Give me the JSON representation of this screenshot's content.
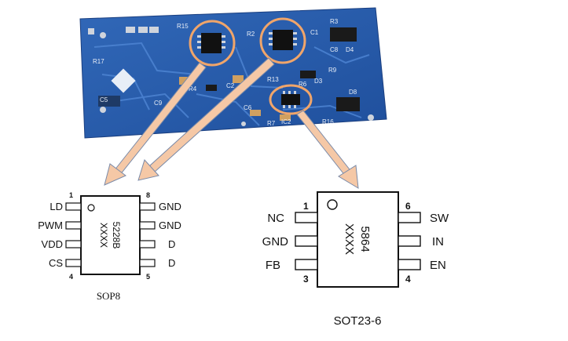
{
  "board": {
    "silkscreen": [
      "R15",
      "R2",
      "C1",
      "R3",
      "C8",
      "D4",
      "R9",
      "R17",
      "C5",
      "C9",
      "R6",
      "D3",
      "D8",
      "C6",
      "R7",
      "IC2",
      "R16",
      "R4",
      "C2",
      "R13"
    ]
  },
  "sop8": {
    "package_label": "SOP8",
    "part_line1": "5228B",
    "part_line2": "XXXX",
    "pin_first": "1",
    "pin_eight": "8",
    "pin_four": "4",
    "pin_five": "5",
    "left_pins": [
      "LD",
      "PWM",
      "VDD",
      "CS"
    ],
    "right_pins": [
      "GND",
      "GND",
      "D",
      "D"
    ]
  },
  "sot23": {
    "package_label": "SOT23-6",
    "part_line1": "5864",
    "part_line2": "XXXX",
    "pin_first": "1",
    "pin_six": "6",
    "pin_three": "3",
    "pin_four": "4",
    "left_pins": [
      "NC",
      "GND",
      "FB"
    ],
    "right_pins": [
      "SW",
      "IN",
      "EN"
    ]
  },
  "colors": {
    "pcb": "#2a5caa",
    "callout": "#f0a56a",
    "arrow": "#f5c8a6",
    "arrow_outline": "#7a8aa8"
  }
}
